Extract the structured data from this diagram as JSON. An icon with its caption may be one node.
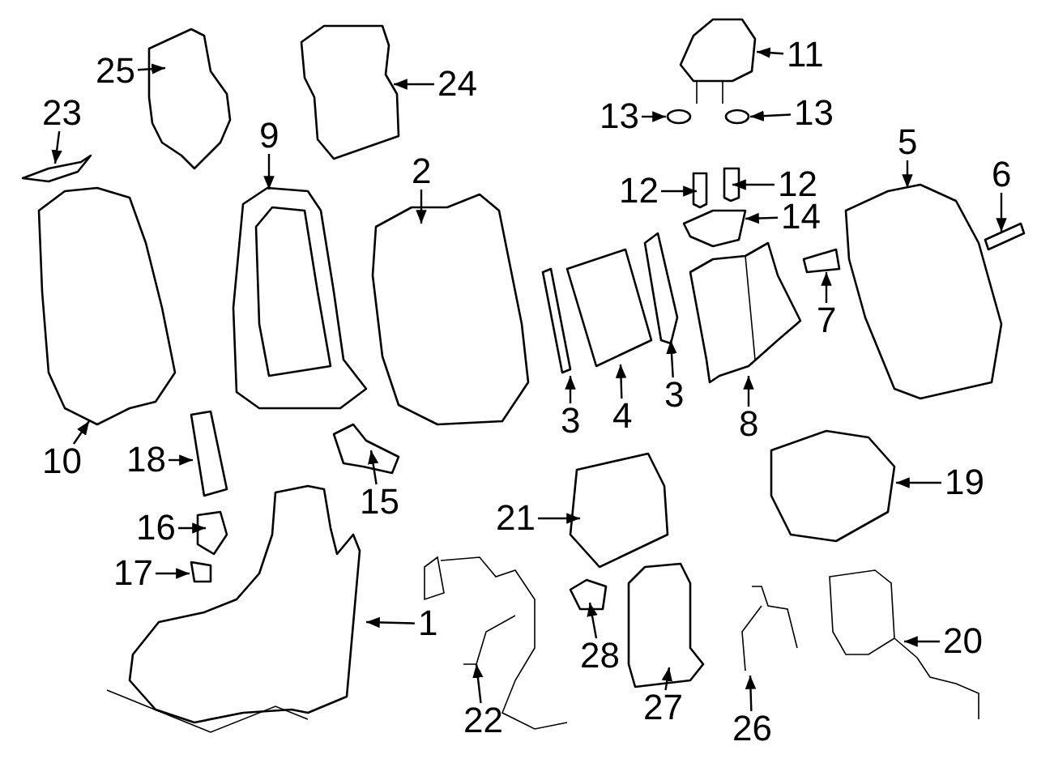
{
  "diagram": {
    "nodes": [
      {
        "text": [
          "25"
        ]
      },
      {
        "text": [
          "24"
        ]
      },
      {
        "text": [
          "23"
        ]
      },
      {
        "text": [
          "9"
        ]
      },
      {
        "text": [
          "2"
        ]
      },
      {
        "text": [
          "11"
        ]
      },
      {
        "text": [
          "13"
        ]
      },
      {
        "text": [
          "13"
        ]
      },
      {
        "text": [
          "12"
        ]
      },
      {
        "text": [
          "12"
        ]
      },
      {
        "text": [
          "14"
        ]
      },
      {
        "text": [
          "5"
        ]
      },
      {
        "text": [
          "6"
        ]
      },
      {
        "text": [
          "7"
        ]
      },
      {
        "text": [
          "3"
        ]
      },
      {
        "text": [
          "4"
        ]
      },
      {
        "text": [
          "3"
        ]
      },
      {
        "text": [
          "8"
        ]
      },
      {
        "text": [
          "10"
        ]
      },
      {
        "text": [
          "18"
        ]
      },
      {
        "text": [
          "15"
        ]
      },
      {
        "text": [
          "21"
        ]
      },
      {
        "text": [
          "19"
        ]
      },
      {
        "text": [
          "16"
        ]
      },
      {
        "text": [
          "17"
        ]
      },
      {
        "text": [
          "1"
        ]
      },
      {
        "text": [
          "22"
        ]
      },
      {
        "text": [
          "28"
        ]
      },
      {
        "text": [
          "27"
        ]
      },
      {
        "text": [
          "26"
        ]
      },
      {
        "text": [
          "20"
        ]
      }
    ],
    "edges": [
      {
        "from": 0,
        "to": null,
        "arrow": "to"
      },
      {
        "from": 1,
        "to": null,
        "arrow": "to"
      },
      {
        "from": 2,
        "to": null,
        "arrow": "to"
      },
      {
        "from": 3,
        "to": null,
        "arrow": "to"
      },
      {
        "from": 4,
        "to": null,
        "arrow": "to"
      },
      {
        "from": 5,
        "to": null,
        "arrow": "to"
      },
      {
        "from": 6,
        "to": null,
        "arrow": "to"
      },
      {
        "from": 7,
        "to": null,
        "arrow": "to"
      },
      {
        "from": 8,
        "to": null,
        "arrow": "to"
      },
      {
        "from": 9,
        "to": null,
        "arrow": "to"
      },
      {
        "from": 10,
        "to": null,
        "arrow": "to"
      },
      {
        "from": 11,
        "to": null,
        "arrow": "to"
      },
      {
        "from": 12,
        "to": null,
        "arrow": "to"
      },
      {
        "from": 13,
        "to": null,
        "arrow": "to"
      },
      {
        "from": 14,
        "to": null,
        "arrow": "to"
      },
      {
        "from": 15,
        "to": null,
        "arrow": "to"
      },
      {
        "from": 16,
        "to": null,
        "arrow": "to"
      },
      {
        "from": 17,
        "to": null,
        "arrow": "to"
      },
      {
        "from": 18,
        "to": null,
        "arrow": "to"
      },
      {
        "from": 19,
        "to": null,
        "arrow": "to"
      },
      {
        "from": 20,
        "to": null,
        "arrow": "to"
      },
      {
        "from": 21,
        "to": null,
        "arrow": "to"
      },
      {
        "from": 22,
        "to": null,
        "arrow": "to"
      },
      {
        "from": 23,
        "to": null,
        "arrow": "to"
      },
      {
        "from": 24,
        "to": null,
        "arrow": "to"
      },
      {
        "from": 25,
        "to": null,
        "arrow": "to"
      },
      {
        "from": 26,
        "to": null,
        "arrow": "to"
      },
      {
        "from": 27,
        "to": null,
        "arrow": "to"
      },
      {
        "from": 28,
        "to": null,
        "arrow": "to"
      },
      {
        "from": 29,
        "to": null,
        "arrow": "to"
      },
      {
        "from": 30,
        "to": null,
        "arrow": "to"
      }
    ]
  }
}
